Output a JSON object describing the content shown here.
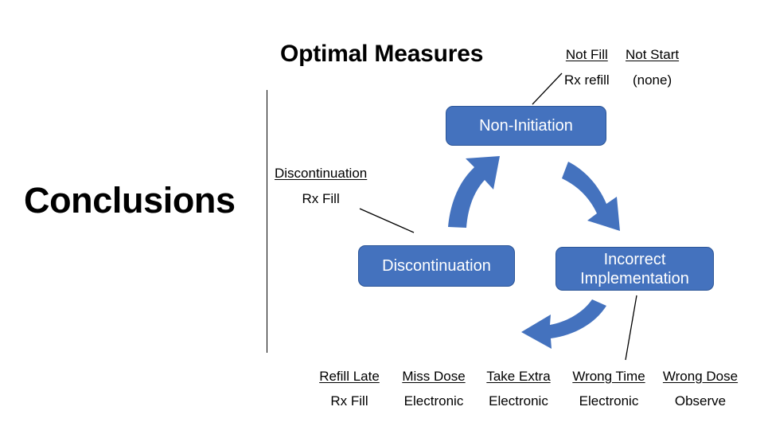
{
  "slide": {
    "title": "Optimal Measures",
    "section_title": "Conclusions",
    "background_color": "#FFFFFF",
    "node_fill_color": "#4472BE",
    "node_border_color": "#2B5597",
    "node_text_color": "#FFFFFF",
    "arrow_color": "#4472BE",
    "line_color": "#000000"
  },
  "nodes": {
    "non_initiation": "Non-Initiation",
    "discontinuation": "Discontinuation",
    "incorrect_implementation": "Incorrect\nImplementation"
  },
  "annotations": {
    "non_initiation": [
      {
        "header": "Not Fill",
        "measure": "Rx refill"
      },
      {
        "header": "Not Start",
        "measure": "(none)"
      }
    ],
    "discontinuation": [
      {
        "header": "Discontinuation",
        "measure": "Rx Fill"
      }
    ]
  },
  "bottom_measures": [
    {
      "header": "Refill Late",
      "measure": "Rx Fill"
    },
    {
      "header": "Miss Dose",
      "measure": "Electronic"
    },
    {
      "header": "Take Extra",
      "measure": "Electronic"
    },
    {
      "header": "Wrong Time",
      "measure": "Electronic"
    },
    {
      "header": "Wrong Dose",
      "measure": "Observe"
    }
  ],
  "arrows": [
    {
      "name": "arrow-to-incorrect-implementation",
      "direction": "down-right"
    },
    {
      "name": "arrow-to-discontinuation",
      "direction": "left"
    },
    {
      "name": "arrow-to-non-initiation",
      "direction": "up-right"
    }
  ]
}
